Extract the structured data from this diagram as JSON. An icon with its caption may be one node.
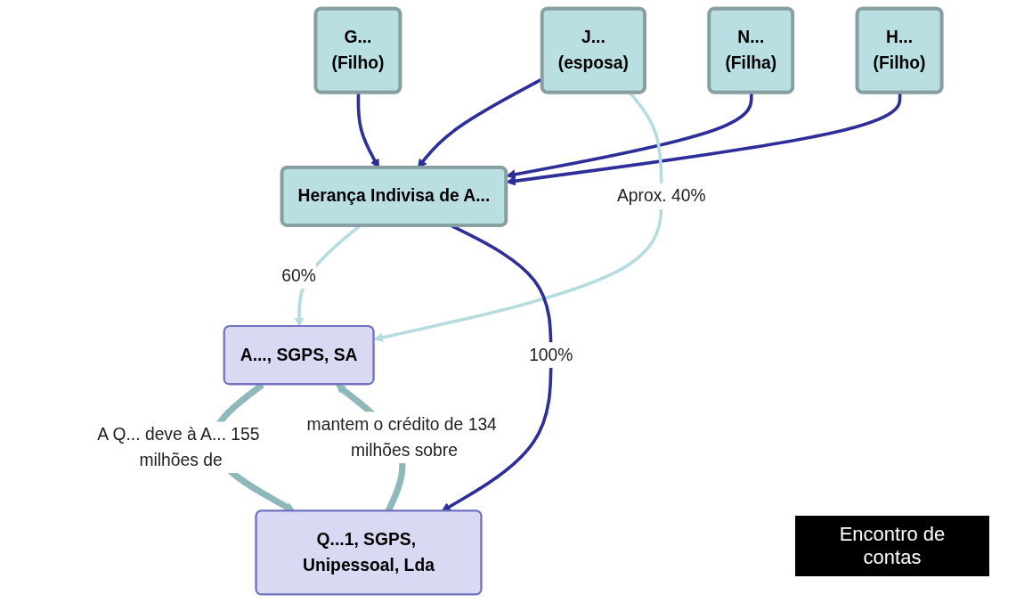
{
  "diagram": {
    "nodes": [
      {
        "text": [
          "J...",
          "(esposa)"
        ]
      },
      {
        "text": [
          "G...",
          "(Filho)"
        ]
      },
      {
        "text": [
          "N...",
          "(Filha)"
        ]
      },
      {
        "text": [
          "H...",
          "(Filho)"
        ]
      },
      {
        "text": [
          "Herança Indivisa de A..."
        ]
      },
      {
        "text": [
          "A..., SGPS, SA"
        ]
      },
      {
        "text": [
          "Q...1, SGPS, Unipessoal, Lda"
        ]
      }
    ],
    "edges": [
      {
        "from": 0,
        "to": 4,
        "arrow": "to"
      },
      {
        "from": 1,
        "to": 4,
        "arrow": "to"
      },
      {
        "from": 2,
        "to": 4,
        "arrow": "to"
      },
      {
        "from": 3,
        "to": 4,
        "arrow": "to"
      },
      {
        "from": 0,
        "to": 5,
        "arrow": "to",
        "label": "Aprox. 40%",
        "color": "#b5dde0"
      },
      {
        "from": 4,
        "to": 5,
        "arrow": "to",
        "label": "60%",
        "color": "#b5dde0"
      },
      {
        "from": 4,
        "to": 6,
        "arrow": "to",
        "label": "100%"
      },
      {
        "from": 5,
        "to": 6,
        "arrow": "to",
        "label": "A Q... deve à A... 155 milhões de",
        "style": "thick",
        "color": "#8fb8bb"
      },
      {
        "from": 6,
        "to": 5,
        "arrow": "to",
        "label": "mantem o crédito de 134 milhões sobre",
        "style": "thick",
        "color": "#8fb8bb"
      }
    ],
    "labels": [
      "Encontro de contas"
    ]
  }
}
